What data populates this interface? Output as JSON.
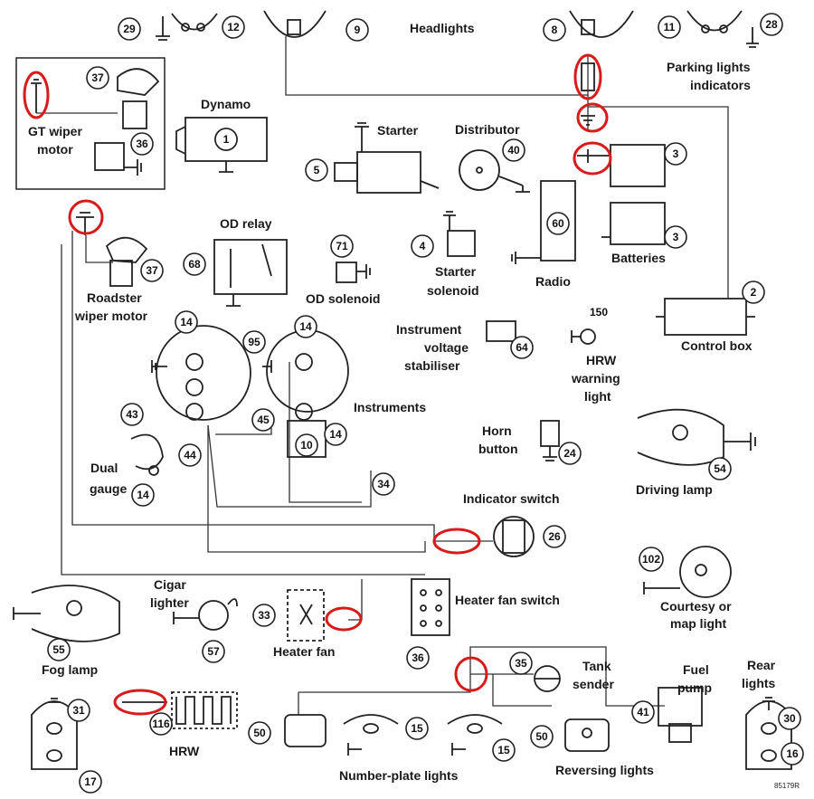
{
  "labels": {
    "headlights": "Headlights",
    "parking": "Parking lights",
    "indicators": "indicators",
    "gt_wiper1": "GT wiper",
    "gt_wiper2": "motor",
    "dynamo": "Dynamo",
    "starter": "Starter",
    "distributor": "Distributor",
    "batteries": "Batteries",
    "od_relay": "OD relay",
    "od_solenoid": "OD solenoid",
    "starter_sol1": "Starter",
    "starter_sol2": "solenoid",
    "radio": "Radio",
    "roadster1": "Roadster",
    "roadster2": "wiper motor",
    "control_box": "Control box",
    "ivs1": "Instrument",
    "ivs2": "voltage",
    "ivs3": "stabiliser",
    "hrw_warn1": "HRW",
    "hrw_warn2": "warning",
    "hrw_warn3": "light",
    "instruments": "Instruments",
    "horn1": "Horn",
    "horn2": "button",
    "dual1": "Dual",
    "dual2": "gauge",
    "driving_lamp": "Driving lamp",
    "indicator_switch": "Indicator switch",
    "cigar1": "Cigar",
    "cigar2": "lighter",
    "heater_fan_switch": "Heater fan switch",
    "courtesy1": "Courtesy or",
    "courtesy2": "map light",
    "heater_fan": "Heater fan",
    "fog_lamp": "Fog lamp",
    "tank1": "Tank",
    "tank2": "sender",
    "fuel1": "Fuel",
    "fuel2": "pump",
    "rear1": "Rear",
    "rear2": "lights",
    "hrw": "HRW",
    "number_plate": "Number-plate lights",
    "reversing": "Reversing lights",
    "ref_code": "85179R"
  },
  "badges": {
    "b29": "29",
    "b12": "12",
    "b9": "9",
    "b8": "8",
    "b11": "11",
    "b28": "28",
    "b37a": "37",
    "b36a": "36",
    "b1": "1",
    "b5": "5",
    "b40": "40",
    "b3a": "3",
    "b3b": "3",
    "b60": "60",
    "b4": "4",
    "b37b": "37",
    "b68": "68",
    "b71": "71",
    "b2": "2",
    "b14a": "14",
    "b95": "95",
    "b14b": "14",
    "b64": "64",
    "b150": "150",
    "b43": "43",
    "b45": "45",
    "b10": "10",
    "b14c": "14",
    "b44": "44",
    "b34": "34",
    "b14d": "14",
    "b24": "24",
    "b54": "54",
    "b26": "26",
    "b102": "102",
    "b33": "33",
    "b57": "57",
    "b55": "55",
    "b36b": "36",
    "b35": "35",
    "b41": "41",
    "b31": "31",
    "b116": "116",
    "b50a": "50",
    "b15a": "15",
    "b15b": "15",
    "b50b": "50",
    "b30": "30",
    "b16": "16",
    "b17": "17"
  },
  "colors": {
    "highlight": "#d81a1a",
    "ink": "#222222"
  }
}
